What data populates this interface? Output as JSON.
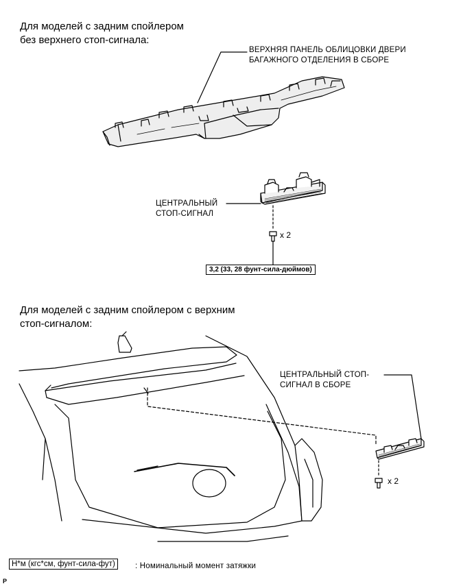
{
  "section1": {
    "heading_line1": "Для моделей с задним спойлером",
    "heading_line2": "без верхнего стоп-сигнала:",
    "panel_label_line1": "ВЕРХНЯЯ ПАНЕЛЬ ОБЛИЦОВКИ ДВЕРИ",
    "panel_label_line2": "БАГАЖНОГО ОТДЕЛЕНИЯ В СБОРЕ",
    "lamp_label_line1": "ЦЕНТРАЛЬНЫЙ",
    "lamp_label_line2": "СТОП-СИГНАЛ",
    "screw_qty": "x 2",
    "torque": "3,2 (33, 28 фунт-сила-дюймов)"
  },
  "section2": {
    "heading_line1": "Для моделей с задним спойлером с верхним",
    "heading_line2": "стоп-сигналом:",
    "lamp_label_line1": "ЦЕНТРАЛЬНЫЙ СТОП-",
    "lamp_label_line2": "СИГНАЛ В СБОРЕ",
    "screw_qty": "x 2"
  },
  "legend": {
    "box_text": "Н*м (кгс*см, фунт-сила-фут)",
    "description": ": Номинальный момент затяжки"
  },
  "footer": {
    "mark": "P"
  }
}
